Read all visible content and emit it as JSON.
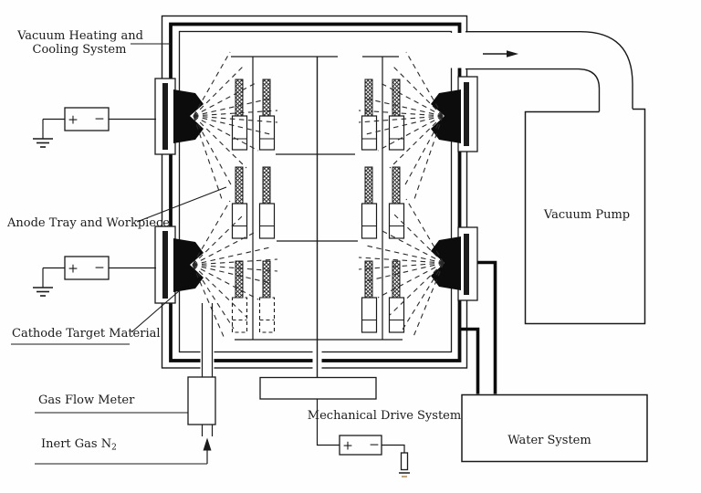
{
  "colors": {
    "ink": "#1a1a1a",
    "background": "#ffffff",
    "cathode_fill": "#0c0c0c",
    "jacket_wall": "#0c0c0c"
  },
  "labels": {
    "vacuum_heating_line1": "Vacuum Heating and",
    "vacuum_heating_line2": "Cooling System",
    "anode_tray": "Anode Tray and Workpiece",
    "cathode_target": "Cathode Target Material",
    "gas_flow_meter": "Gas Flow Meter",
    "inert_gas": "Inert Gas N",
    "inert_gas_sub": "2",
    "mechanical_drive": "Mechanical Drive System",
    "vacuum_pump": "Vacuum Pump",
    "water_system": "Water System"
  },
  "psu": {
    "plus": "+",
    "minus": "−"
  },
  "icons": {
    "exhaust_flow_arrow": "right-arrow",
    "gas_inlet_arrow": "up-arrow",
    "ground_icon": "earth-ground"
  }
}
